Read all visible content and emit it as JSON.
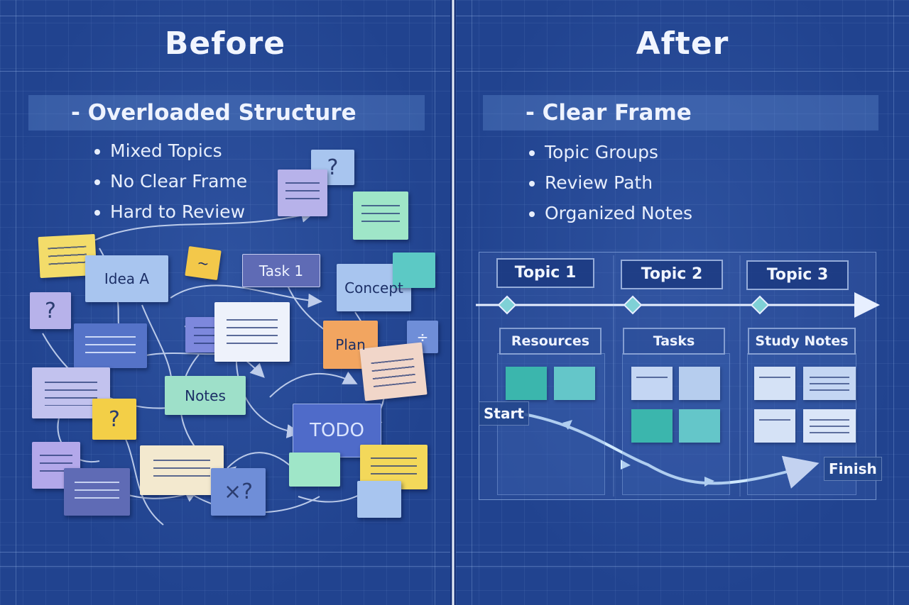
{
  "before": {
    "title": "Before",
    "heading": "- Overloaded Structure",
    "bullets": [
      "Mixed Topics",
      "No Clear Frame",
      "Hard to Review"
    ],
    "notes": {
      "idea": "Idea  A",
      "task": "Task 1",
      "concept": "Concept",
      "plan": "Plan",
      "notes": "Notes",
      "todo": "TODO",
      "question": "?",
      "squiggle": "~",
      "xq": "×?",
      "divide": "÷"
    }
  },
  "after": {
    "title": "After",
    "heading": "- Clear Frame",
    "bullets": [
      "Topic Groups",
      "Review Path",
      "Organized Notes"
    ],
    "topics": [
      "Topic 1",
      "Topic 2",
      "Topic 3"
    ],
    "columns": [
      "Resources",
      "Tasks",
      "Study Notes"
    ],
    "start_label": "Start",
    "finish_label": "Finish"
  },
  "colors": {
    "background": "#21438f",
    "note_yellow": "#f3dc6a",
    "note_lavender": "#b7b2ea",
    "note_mint": "#9fe6c8",
    "note_teal": "#5cc9c5",
    "note_orange": "#f2a560",
    "note_cream": "#f3e9cf",
    "note_blue": "#5573c8",
    "card_teal": "#3bb6ad",
    "card_light": "#c4d6f3"
  }
}
